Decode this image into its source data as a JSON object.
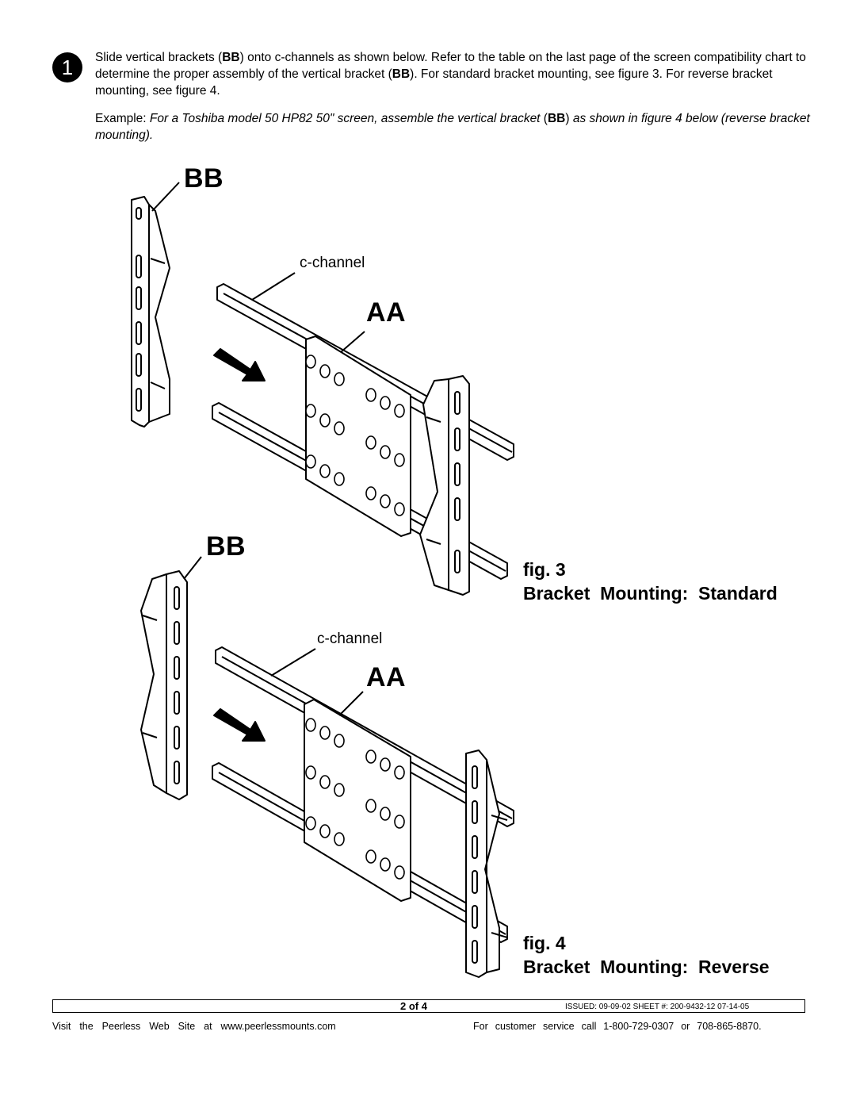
{
  "step": {
    "number": "1"
  },
  "instructions": {
    "p1_a": "Slide vertical brackets (",
    "p1_bb1": "BB",
    "p1_b": ") onto c-channels as shown below. Refer to the table on the last page of the screen compatibility chart to determine the proper assembly of the vertical bracket (",
    "p1_bb2": "BB",
    "p1_c": "). For standard bracket mounting, see figure 3. For reverse bracket mounting, see figure 4.",
    "ex_label": "Example: ",
    "ex_a": "For a Toshiba model 50 HP82 50\" screen, assemble the vertical bracket",
    "ex_b": " (",
    "ex_bb": "BB",
    "ex_c": ") ",
    "ex_d": "as shown in figure 4 below (reverse bracket mounting)."
  },
  "fig3": {
    "bb_label": "BB",
    "aa_label": "AA",
    "channel_label": "c-channel",
    "fig_label": "fig. 3",
    "caption": "Bracket  Mounting:  Standard"
  },
  "fig4": {
    "bb_label": "BB",
    "aa_label": "AA",
    "channel_label": "c-channel",
    "fig_label": "fig. 4",
    "caption": "Bracket  Mounting:  Reverse"
  },
  "footer": {
    "page": "2 of 4",
    "issued": "ISSUED: 09-09-02   SHEET #: 200-9432-12 07-14-05",
    "website": "Visit  the  Peerless  Web  Site  at  www.peerlessmounts.com",
    "service": "For  customer  service  call  1-800-729-0307  or  708-865-8870."
  }
}
